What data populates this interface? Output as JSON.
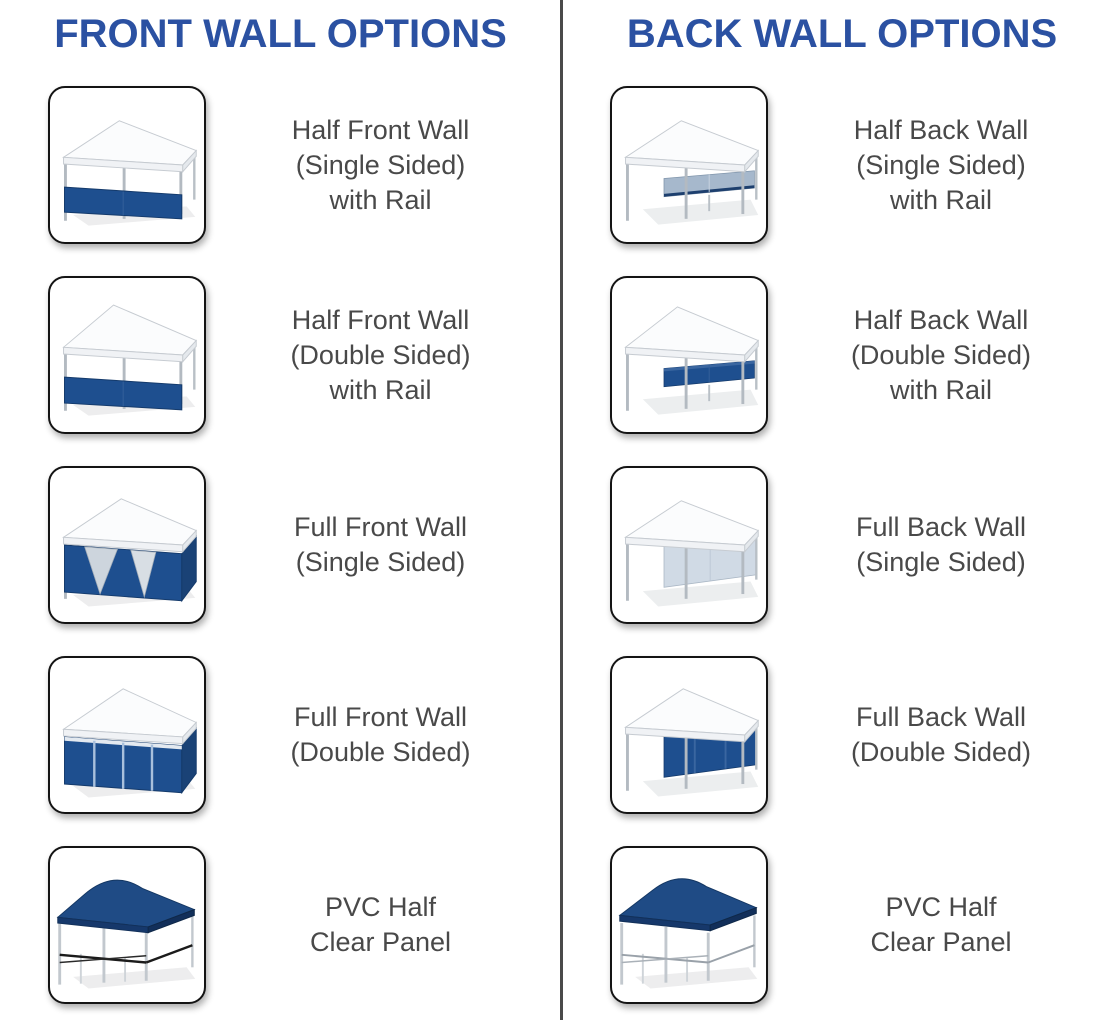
{
  "page": {
    "accent_blue": "#2b51a2",
    "wall_blue": "#1e4f8f",
    "label_gray": "#494949",
    "divider_color": "#4a4a4a"
  },
  "columns": [
    {
      "header": "FRONT WALL OPTIONS",
      "items": [
        {
          "label": "Half Front Wall\n(Single Sided)\nwith Rail",
          "icon": "tent-half-front-wall-single-icon"
        },
        {
          "label": "Half Front Wall\n(Double Sided)\nwith Rail",
          "icon": "tent-half-front-wall-double-icon"
        },
        {
          "label": "Full Front Wall\n(Single Sided)",
          "icon": "tent-full-front-wall-single-icon"
        },
        {
          "label": "Full Front Wall\n(Double Sided)",
          "icon": "tent-full-front-wall-double-icon"
        },
        {
          "label": "PVC Half\nClear Panel",
          "icon": "tent-pvc-half-clear-panel-front-icon"
        }
      ]
    },
    {
      "header": "BACK WALL OPTIONS",
      "items": [
        {
          "label": "Half Back Wall\n(Single Sided)\nwith Rail",
          "icon": "tent-half-back-wall-single-icon"
        },
        {
          "label": "Half Back Wall\n(Double Sided)\nwith Rail",
          "icon": "tent-half-back-wall-double-icon"
        },
        {
          "label": "Full Back Wall\n(Single Sided)",
          "icon": "tent-full-back-wall-single-icon"
        },
        {
          "label": "Full Back Wall\n(Double Sided)",
          "icon": "tent-full-back-wall-double-icon"
        },
        {
          "label": "PVC Half\nClear Panel",
          "icon": "tent-pvc-half-clear-panel-back-icon"
        }
      ]
    }
  ]
}
